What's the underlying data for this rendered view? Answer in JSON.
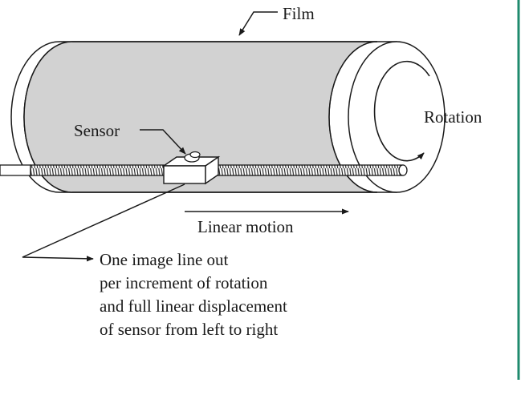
{
  "labels": {
    "film": "Film",
    "rotation": "Rotation",
    "sensor": "Sensor",
    "linear_motion": "Linear motion",
    "caption": [
      "One image line out",
      "per increment of rotation",
      "and full linear displacement",
      "of sensor from left to right"
    ]
  },
  "colors": {
    "film": "#d2d2d2",
    "drum": "#ffffff",
    "ink": "#1a1a1a",
    "side_rule": "#1f8a6e"
  }
}
